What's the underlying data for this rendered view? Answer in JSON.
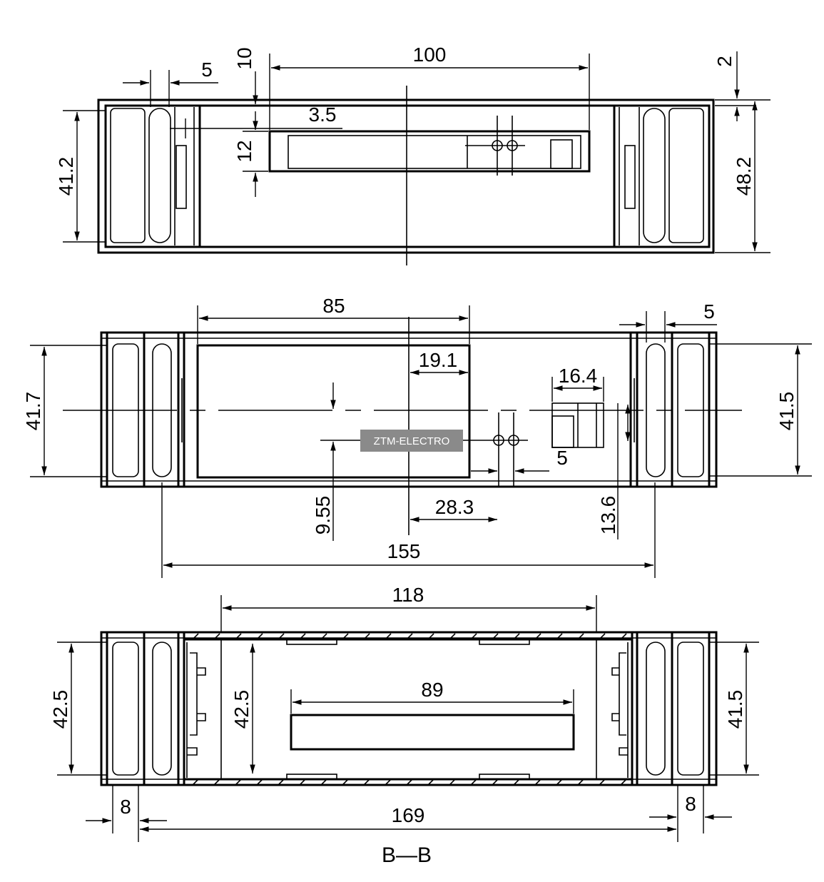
{
  "top_view": {
    "dims": {
      "overall_height": "48.2",
      "inner_height": "41.2",
      "top_offset": "2",
      "window_width": "100",
      "wall": "5",
      "offset_10": "10",
      "offset_3_5": "3.5",
      "window_height": "12"
    }
  },
  "middle_view": {
    "dims": {
      "width_85": "85",
      "wall": "5",
      "height_left": "41.7",
      "height_right": "41.5",
      "d_19_1": "19.1",
      "d_16_4": "16.4",
      "d_5": "5",
      "d_9_55": "9.55",
      "d_28_3": "28.3",
      "d_13_6": "13.6",
      "d_155": "155"
    },
    "watermark": "ZTM-ELECTRO"
  },
  "bottom_view": {
    "dims": {
      "width_118": "118",
      "width_89": "89",
      "height_left": "42.5",
      "height_inner": "42.5",
      "height_right": "41.5",
      "left_8": "8",
      "right_8": "8",
      "overall_169": "169"
    },
    "section_label": "B—B"
  }
}
